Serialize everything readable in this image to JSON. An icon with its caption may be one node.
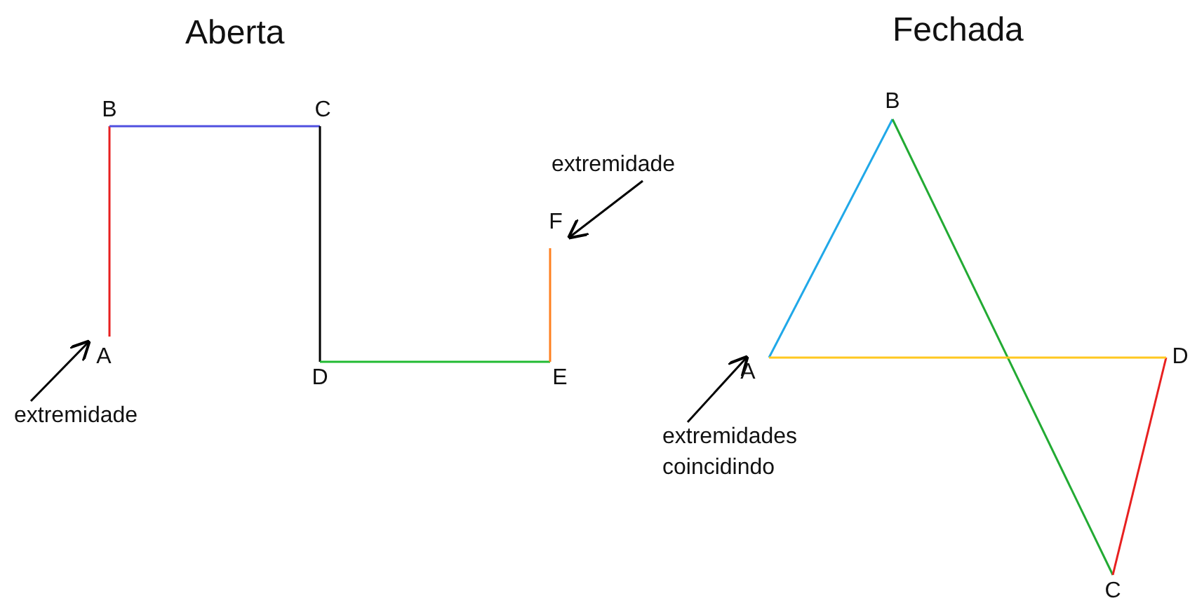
{
  "diagram": {
    "nodes": [
      {
        "text": [
          "A"
        ]
      },
      {
        "text": [
          "B"
        ]
      },
      {
        "text": [
          "C"
        ]
      },
      {
        "text": [
          "D"
        ]
      },
      {
        "text": [
          "E"
        ]
      },
      {
        "text": [
          "F"
        ]
      },
      {
        "text": [
          "extremidade"
        ]
      },
      {
        "text": [
          "extremidade"
        ]
      },
      {
        "text": [
          "A"
        ]
      },
      {
        "text": [
          "B"
        ]
      },
      {
        "text": [
          "C"
        ]
      },
      {
        "text": [
          "D"
        ]
      },
      {
        "text": [
          "extremidades coincidindo"
        ]
      }
    ],
    "edges": [
      {
        "from": 0,
        "to": 1,
        "arrow": "none",
        "color": "#e82020"
      },
      {
        "from": 1,
        "to": 2,
        "arrow": "none",
        "color": "#5050e0"
      },
      {
        "from": 2,
        "to": 3,
        "arrow": "none",
        "color": "#000000"
      },
      {
        "from": 3,
        "to": 4,
        "arrow": "none",
        "color": "#22bb33"
      },
      {
        "from": 4,
        "to": 5,
        "arrow": "none",
        "color": "#ff8020"
      },
      {
        "from": 6,
        "to": 0,
        "arrow": "to",
        "color": "#000000"
      },
      {
        "from": 7,
        "to": 5,
        "arrow": "to",
        "color": "#000000"
      },
      {
        "from": 8,
        "to": 9,
        "arrow": "none",
        "color": "#20a8e8"
      },
      {
        "from": 9,
        "to": 10,
        "arrow": "none",
        "color": "#22aa33"
      },
      {
        "from": 10,
        "to": 11,
        "arrow": "none",
        "color": "#e82020"
      },
      {
        "from": 11,
        "to": 8,
        "arrow": "none",
        "color": "#ffc820"
      },
      {
        "from": 12,
        "to": 8,
        "arrow": "to",
        "color": "#000000"
      }
    ],
    "labels": [
      "Aberta",
      "Fechada"
    ]
  }
}
